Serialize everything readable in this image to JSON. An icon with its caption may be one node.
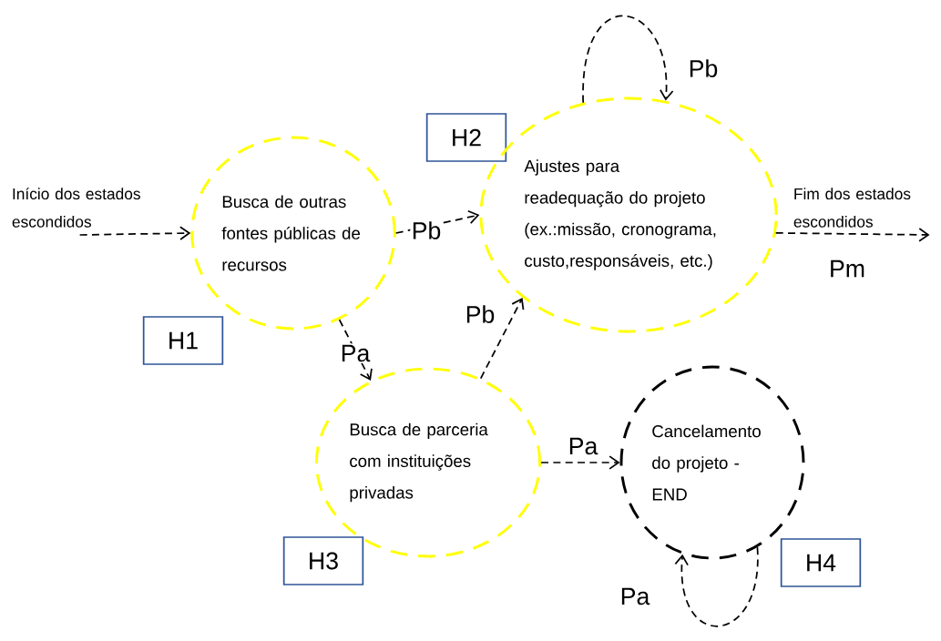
{
  "diagram": {
    "nodes": [
      {
        "text": [
          "Início dos estados escondidos"
        ]
      },
      {
        "text": [
          "Busca de outras fontes públicas de recursos"
        ]
      },
      {
        "text": [
          "H1"
        ]
      },
      {
        "text": [
          "H2"
        ]
      },
      {
        "text": [
          "Ajustes para readequação do projeto (ex.:missão, cronograma, custo,responsáveis, etc.)"
        ]
      },
      {
        "text": [
          "Fim dos estados escondidos"
        ]
      },
      {
        "text": [
          "Busca de parceria com instituições privadas"
        ]
      },
      {
        "text": [
          "H3"
        ]
      },
      {
        "text": [
          "Cancelamento do projeto - END"
        ]
      },
      {
        "text": [
          "H4"
        ]
      }
    ],
    "edges": [
      {
        "from": 0,
        "to": 1,
        "arrow": "to",
        "style": "dashed"
      },
      {
        "from": 1,
        "to": 4,
        "arrow": "to",
        "style": "dashed",
        "label": "Pb"
      },
      {
        "from": 4,
        "to": 4,
        "arrow": "to",
        "style": "dashed",
        "label": "Pb"
      },
      {
        "from": 4,
        "to": 5,
        "arrow": "to",
        "style": "dashed",
        "label": "Pm"
      },
      {
        "from": 1,
        "to": 6,
        "arrow": "to",
        "style": "dashed",
        "label": "Pa"
      },
      {
        "from": 6,
        "to": 4,
        "arrow": "to",
        "style": "dashed",
        "label": "Pb"
      },
      {
        "from": 6,
        "to": 8,
        "arrow": "to",
        "style": "dashed",
        "label": "Pa"
      },
      {
        "from": 8,
        "to": 8,
        "arrow": "to",
        "style": "dashed",
        "label": "Pa"
      }
    ]
  }
}
